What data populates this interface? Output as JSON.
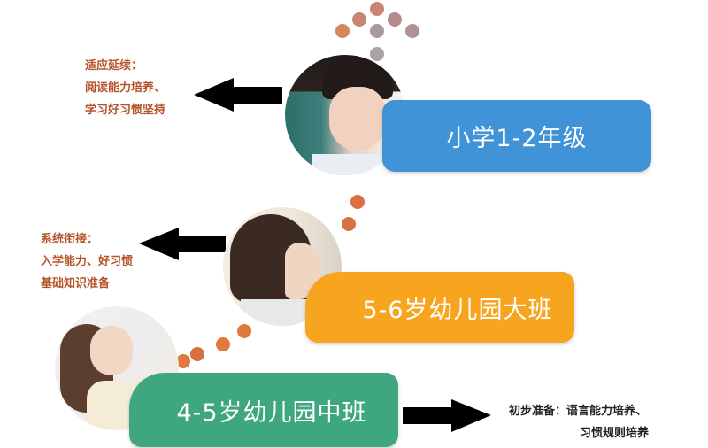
{
  "colors": {
    "blue_box": "#3f93d6",
    "orange_box": "#f7a51f",
    "green_box": "#3ea77f",
    "note_text": "#b5532b",
    "dark_text": "#222222",
    "dot_orange": "#d8703f",
    "dot_rose": "#c98571",
    "dot_gray": "#a79a9a",
    "arrow": "#000000"
  },
  "stages": [
    {
      "label": "小学1-2年级",
      "photo": "girl-with-test-tube",
      "note_lines": [
        "适应延续：",
        "阅读能力培养、",
        "学习好习惯坚持"
      ],
      "arrow_direction": "left"
    },
    {
      "label": "5-6岁幼儿园大班",
      "photo": "girl-with-bob-haircut",
      "note_lines": [
        "系统衔接：",
        "入学能力、好习惯",
        "基础知识准备"
      ],
      "arrow_direction": "left"
    },
    {
      "label": "4-5岁幼儿园中班",
      "photo": "little-girl-looking-up",
      "note_lines": [
        "初步准备：语言能力培养、",
        "习惯规则培养"
      ],
      "arrow_direction": "right"
    }
  ]
}
